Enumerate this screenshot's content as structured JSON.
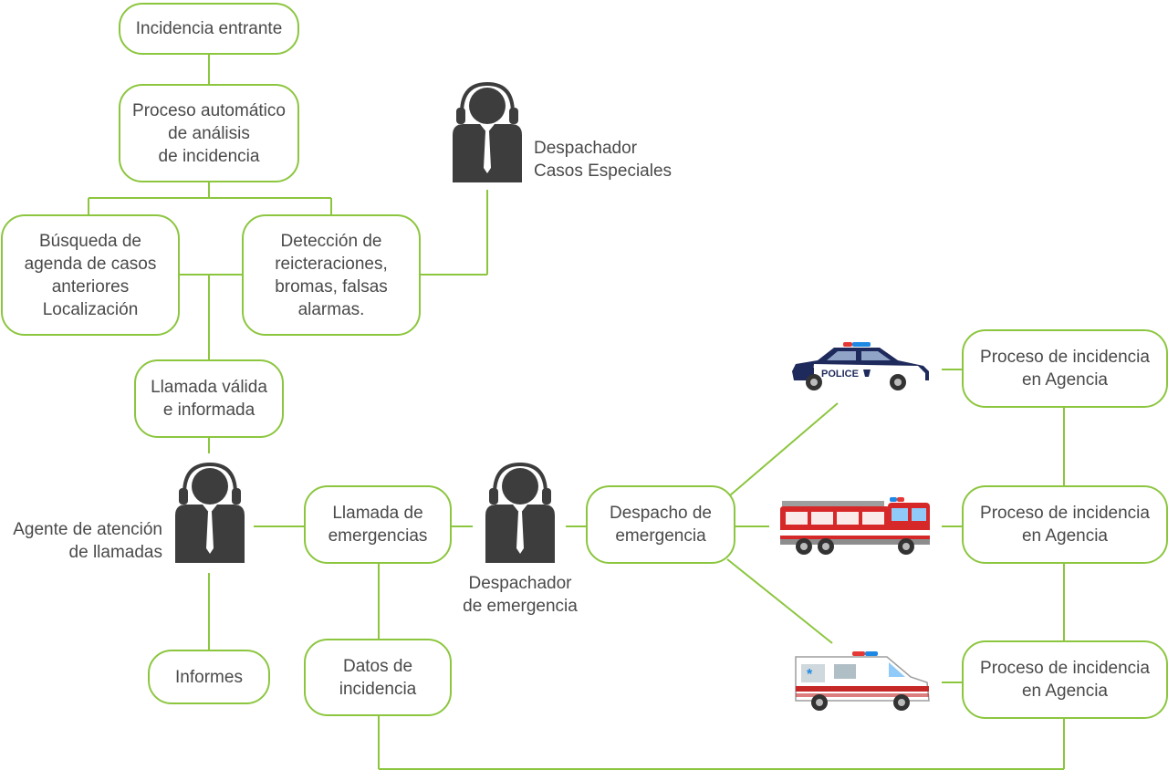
{
  "colors": {
    "connector": "#8cc63f",
    "text": "#4a4a4a",
    "person": "#3d3d3d",
    "police": "#1f2a5c",
    "fire": "#d62828",
    "ambulance": "#c62828"
  },
  "nodes": {
    "incoming": "Incidencia entrante",
    "auto_process": "Proceso automático\nde análisis\nde incidencia",
    "search": "Búsqueda de\nagenda de casos\nanteriores\nLocalización",
    "detection": "Detección de\nreicteraciones,\nbromas, falsas\nalarmas.",
    "valid_call": "Llamada válida\ne informada",
    "emergency_call": "Llamada de\nemergencias",
    "dispatch": "Despacho de\nemergencia",
    "reports": "Informes",
    "incident_data": "Datos de\nincidencia",
    "agency_1": "Proceso de incidencia\nen Agencia",
    "agency_2": "Proceso de incidencia\nen Agencia",
    "agency_3": "Proceso de incidencia\nen Agencia"
  },
  "people": {
    "special_dispatcher": "Despachador\nCasos Especiales",
    "call_agent": "Agente de atención\nde llamadas",
    "emergency_dispatcher": "Despachador\nde emergencia"
  },
  "vehicles": {
    "police_text": "POLICE",
    "icons": [
      "police-car-icon",
      "fire-truck-icon",
      "ambulance-icon"
    ]
  }
}
